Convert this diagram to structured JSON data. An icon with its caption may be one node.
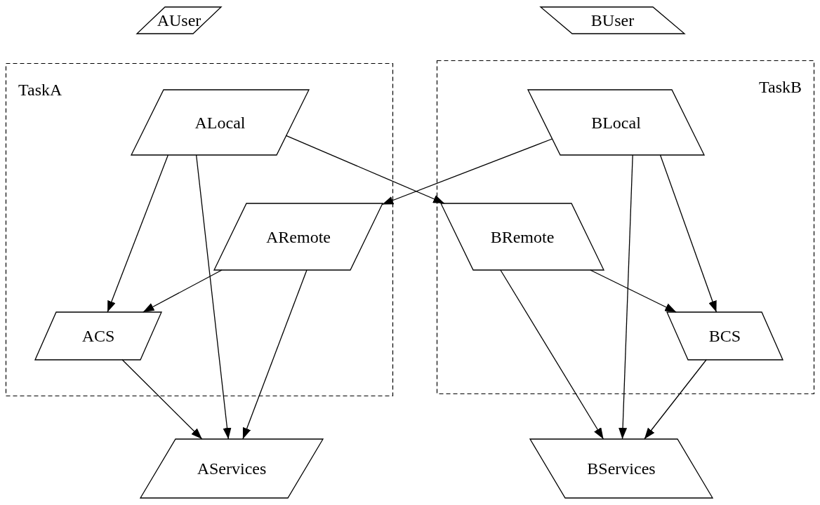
{
  "diagram": {
    "nodes": [
      {
        "text": [
          "AUser"
        ]
      },
      {
        "text": [
          "BUser"
        ]
      },
      {
        "text": [
          "TaskA"
        ]
      },
      {
        "text": [
          "TaskB"
        ]
      },
      {
        "text": [
          "ALocal"
        ],
        "in": 2
      },
      {
        "text": [
          "ARemote"
        ],
        "in": 2
      },
      {
        "text": [
          "ACS"
        ],
        "in": 2
      },
      {
        "text": [
          "BLocal"
        ],
        "in": 3
      },
      {
        "text": [
          "BRemote"
        ],
        "in": 3
      },
      {
        "text": [
          "BCS"
        ],
        "in": 3
      },
      {
        "text": [
          "AServices"
        ]
      },
      {
        "text": [
          "BServices"
        ]
      }
    ],
    "edges": [
      {
        "from": 4,
        "to": 6,
        "arrow": "to"
      },
      {
        "from": 4,
        "to": 10,
        "arrow": "to"
      },
      {
        "from": 4,
        "to": 8,
        "arrow": "to"
      },
      {
        "from": 7,
        "to": 5,
        "arrow": "to"
      },
      {
        "from": 5,
        "to": 6,
        "arrow": "to"
      },
      {
        "from": 5,
        "to": 10,
        "arrow": "to"
      },
      {
        "from": 6,
        "to": 10,
        "arrow": "to"
      },
      {
        "from": 7,
        "to": 11,
        "arrow": "to"
      },
      {
        "from": 7,
        "to": 9,
        "arrow": "to"
      },
      {
        "from": 8,
        "to": 9,
        "arrow": "to"
      },
      {
        "from": 8,
        "to": 11,
        "arrow": "to"
      },
      {
        "from": 9,
        "to": 11,
        "arrow": "to"
      }
    ]
  }
}
